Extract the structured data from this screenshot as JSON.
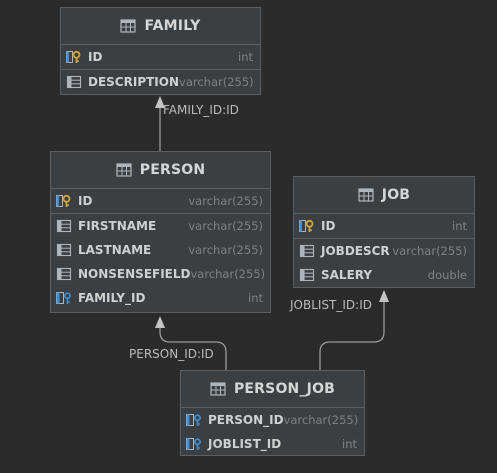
{
  "tables": {
    "family": {
      "name": "FAMILY",
      "columns": [
        {
          "name": "ID",
          "type": "int",
          "icon": "primary-key-icon"
        },
        {
          "name": "DESCRIPTION",
          "type": "varchar(255)",
          "icon": "column-icon"
        }
      ]
    },
    "person": {
      "name": "PERSON",
      "columns": [
        {
          "name": "ID",
          "type": "varchar(255)",
          "icon": "primary-key-icon"
        },
        {
          "name": "FIRSTNAME",
          "type": "varchar(255)",
          "icon": "column-icon"
        },
        {
          "name": "LASTNAME",
          "type": "varchar(255)",
          "icon": "column-icon"
        },
        {
          "name": "NONSENSEFIELD",
          "type": "varchar(255)",
          "icon": "column-icon"
        },
        {
          "name": "FAMILY_ID",
          "type": "int",
          "icon": "foreign-key-icon"
        }
      ]
    },
    "job": {
      "name": "JOB",
      "columns": [
        {
          "name": "ID",
          "type": "int",
          "icon": "primary-key-icon"
        },
        {
          "name": "JOBDESCR",
          "type": "varchar(255)",
          "icon": "column-icon"
        },
        {
          "name": "SALERY",
          "type": "double",
          "icon": "column-icon"
        }
      ]
    },
    "person_job": {
      "name": "PERSON_JOB",
      "columns": [
        {
          "name": "PERSON_ID",
          "type": "varchar(255)",
          "icon": "foreign-key-icon"
        },
        {
          "name": "JOBLIST_ID",
          "type": "int",
          "icon": "foreign-key-icon"
        }
      ]
    }
  },
  "relations": {
    "family_id": "FAMILY_ID:ID",
    "person_id": "PERSON_ID:ID",
    "joblist_id": "JOBLIST_ID:ID"
  },
  "colors": {
    "background": "#2b2b2b",
    "table_fill": "#3c3f41",
    "border": "#5c5f61",
    "connector": "#9a9a9a",
    "key_gold": "#d6a537",
    "icon_blue": "#3f8fd6"
  }
}
